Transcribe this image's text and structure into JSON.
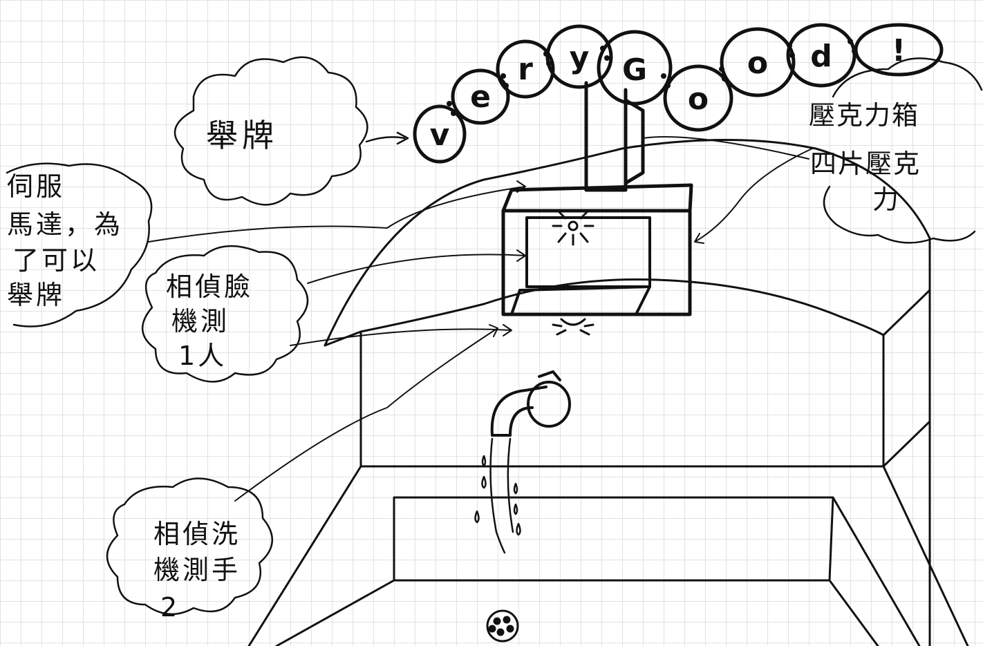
{
  "colors": {
    "paper": "#ffffff",
    "grid": "#bfc5cc",
    "ink": "#111111"
  },
  "banner": {
    "letters": [
      "v",
      "e",
      "r",
      "y",
      "G",
      "o",
      "o",
      "d",
      "!"
    ]
  },
  "labels": {
    "sign_cloud": [
      "舉牌"
    ],
    "servo_note": [
      "伺服",
      "馬達，為",
      "了可以",
      "舉牌"
    ],
    "face_camera": [
      "相偵臉",
      "機測",
      "1人"
    ],
    "hand_camera": [
      "相偵洗",
      "機測手",
      "2"
    ],
    "acrylic_box": [
      "壓克力箱",
      "四片壓克",
      "力"
    ]
  }
}
